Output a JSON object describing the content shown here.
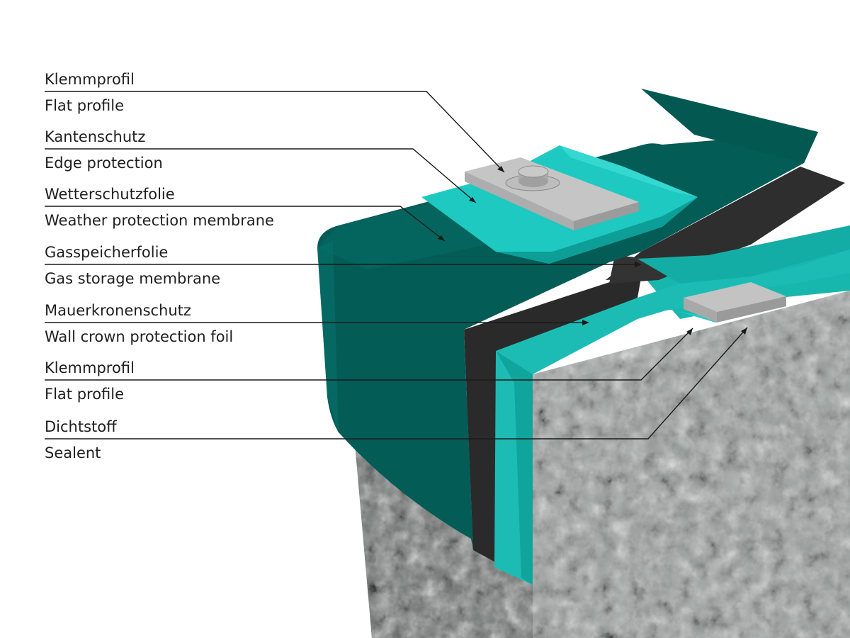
{
  "labels": [
    {
      "de": "Klemmprofil",
      "en": "Flat profile"
    },
    {
      "de": "Kantenschutz",
      "en": "Edge protection"
    },
    {
      "de": "Wetterschutzfolie",
      "en": "Weather protection membrane"
    },
    {
      "de": "Gasspeicherfolie",
      "en": "Gas storage membrane"
    },
    {
      "de": "Mauerkronenschutz",
      "en": "Wall crown protection foil"
    },
    {
      "de": "Klemmprofil",
      "en": "Flat profile"
    },
    {
      "de": "Dichtstoff",
      "en": "Sealent"
    }
  ],
  "colors": {
    "weather_membrane": "#035e58",
    "edge_protection": "#1ec9c1",
    "gas_membrane": "#2f2f2f",
    "wall_crown_foil": "#1bbcb4",
    "flat_profile": "#bdbdbd",
    "concrete": "#8a8f8d",
    "leader_line": "#1a1a1a"
  }
}
